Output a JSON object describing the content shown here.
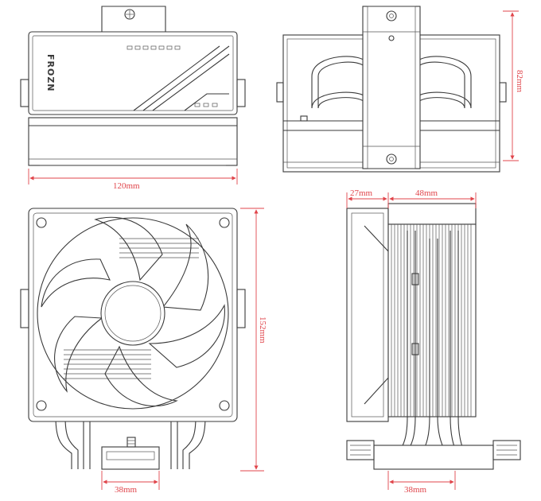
{
  "brand_logo": "FROZN",
  "colors": {
    "line": "#3a3a3a",
    "dimension": "#e0454b",
    "background": "#ffffff"
  },
  "dimensions": {
    "width": "120mm",
    "depth": "82mm",
    "height": "152mm",
    "fan_thickness": "27mm",
    "fin_stack_depth": "48mm",
    "base_front": "38mm",
    "base_side": "38mm"
  },
  "views": [
    "top-view",
    "end-view",
    "front-view",
    "side-view"
  ]
}
